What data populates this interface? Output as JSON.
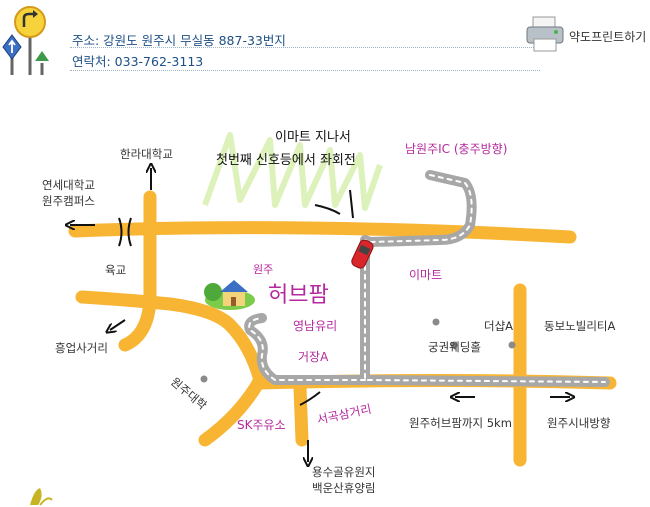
{
  "header": {
    "address": "주소: 강원도 원주시 무실동 887-33번지",
    "phone": "연락처: 033-762-3113",
    "print_label": "약도프린트하기"
  },
  "map": {
    "note_line1": "이마트 지나서",
    "note_line2": "첫번째 신호등에서 좌회전",
    "store_subtitle": "원주",
    "store_name": "허브팜",
    "landmarks": {
      "hallym": "한라대학교",
      "yonsei_line1": "연세대학교",
      "yonsei_line2": "원주캠퍼스",
      "yukgyo": "육교",
      "heungeop": "흥업사거리",
      "wonju_univ": "원주대학",
      "namwonju_ic": "남원주IC (충주방향)",
      "emart": "이마트",
      "yeongnam_glass": "영남유리",
      "geojang": "거장A",
      "gunggwon_wedding": "궁권웨딩홀",
      "deoksang": "더샵A",
      "dongbo": "동보노빌리티A",
      "sk_gas": "SK주유소",
      "seogok": "서곡삼거리",
      "to_herbfarm": "원주허브팜까지 5km",
      "to_wonju_city": "원주시내방향",
      "reservoir_line1": "용수골유원지",
      "reservoir_line2": "백운산휴양림"
    }
  },
  "colors": {
    "road": "#f7b533",
    "route": "#a7a7a7",
    "route_dash": "#ffffff",
    "header_text": "#1d4f86",
    "accent_label": "#b5299e",
    "label": "#333333"
  }
}
